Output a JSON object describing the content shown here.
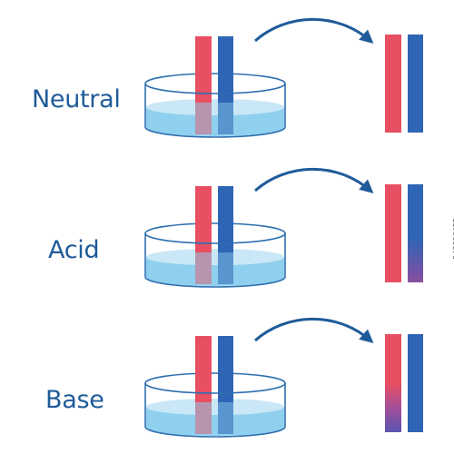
{
  "rows": [
    {
      "label": "Neutral",
      "result": "neutral"
    },
    {
      "label": "Acid",
      "result": "acid"
    },
    {
      "label": "Base",
      "result": "base"
    }
  ],
  "stock_id": "548006455",
  "colors": {
    "red_strip": "#e84f62",
    "blue_strip": "#2f65b5",
    "purple_tint": "#7b4fa6",
    "dish_outline": "#2d6fb0",
    "liquid_light": "#c9e7f6",
    "liquid": "#8fd0ee",
    "arrow": "#1f5b99",
    "label": "#1f5b99"
  }
}
